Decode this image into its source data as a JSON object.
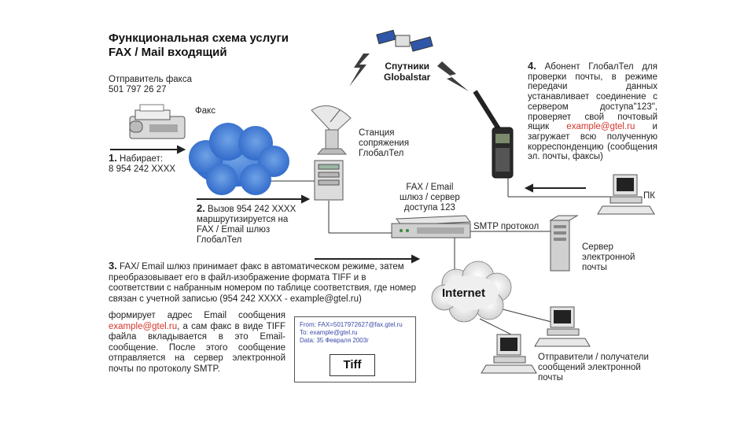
{
  "title": {
    "line1": "Функциональная схема услуги",
    "line2": "FAX / Mail входящий"
  },
  "sender": {
    "label": "Отправитель факса",
    "number": "501 797 26 27"
  },
  "fax_label": "Факс",
  "step1": {
    "num": "1.",
    "text": "Набирает:",
    "number": "8 954 242 XXXX"
  },
  "step2": {
    "num": "2.",
    "line1": "Вызов 954 242 XXXX",
    "line2": "маршрутизируется на",
    "line3": "FAX / Email шлюз",
    "line4": "ГлобалТел"
  },
  "satellites": {
    "line1": "Спутники",
    "line2": "Globalstar"
  },
  "station": {
    "line1": "Станция",
    "line2": "сопряжения",
    "line3": "ГлобалТел"
  },
  "gateway": {
    "line1": "FAX / Email",
    "line2": "шлюз / сервер",
    "line3": "доступа 123"
  },
  "smtp_label": "SMTP протокол",
  "mail_server": {
    "line1": "Сервер",
    "line2": "электронной",
    "line3": "почты"
  },
  "internet_label": "Internet",
  "recipients": {
    "line1": "Отправители / получатели",
    "line2": "сообщений электронной",
    "line3": "почты"
  },
  "pc_label": "ПК",
  "step3": {
    "num": "3.",
    "wide_text": "FAX/ Email шлюз принимает факс в автоматическом режиме, затем преобразовывает его в файл-изображение формата TIFF и в соответствии с набранным номером по таблице соответствия, где номер связан с учетной записью (954 242 XXXX - example@gtel.ru)",
    "narrow_pre": "формирует адрес Email сообщения",
    "email": "example@gtel.ru",
    "narrow_post": ", а сам факс в виде TIFF файла вкладывается в это Email-сообщение. После этого сообщение отправляется на сервер электронной почты по протоколу SMTP."
  },
  "fax_message": {
    "from": "From: FAX=5017972627@fax.gtel.ru",
    "to": "To: example@gtel.ru",
    "date": "Data: 35 Февраля 2003г",
    "attachment": "Tiff"
  },
  "step4": {
    "num": "4.",
    "pre": "Абонент ГлобалТел для проверки почты, в режиме передачи данных устанавливает соединение с сервером доступа\"123\", проверяет свой почтовый ящик",
    "email": "example@gtel.ru",
    "post": "и загружает всю полученную корреспонденцию (сообщения эл. почты, факсы)"
  }
}
